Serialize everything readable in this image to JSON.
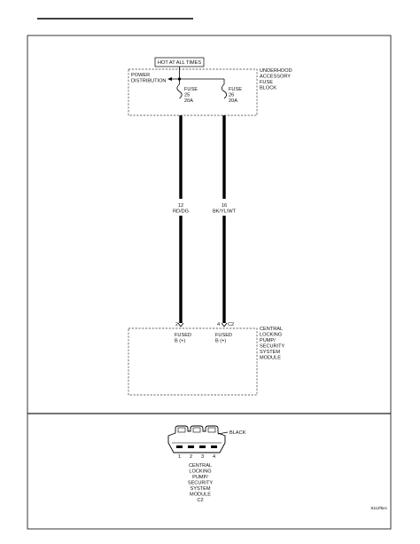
{
  "diagram": {
    "top_label": "HOT AT ALL TIMES",
    "fuse_block": {
      "name_lines": [
        "UNDERHOOD",
        "ACCESSORY",
        "FUSE",
        "BLOCK"
      ],
      "power_lines": [
        "POWER",
        "DISTRIBUTION"
      ],
      "fuse_left": [
        "FUSE",
        "25",
        "20A"
      ],
      "fuse_right": [
        "FUSE",
        "26",
        "20A"
      ]
    },
    "wire_left": {
      "gauge": "12",
      "color": "RD/DG"
    },
    "wire_right": {
      "gauge": "16",
      "color": "BK/YL/WT"
    },
    "module": {
      "name_lines": [
        "CENTRAL",
        "LOCKING",
        "PUMP/",
        "SECURITY",
        "SYSTEM",
        "MODULE"
      ],
      "pin_left": "2",
      "pin_right": "4",
      "connector": "C2",
      "left_pin_lines": [
        "FUSED",
        "B (+)"
      ],
      "right_pin_lines": [
        "FUSED",
        "B (+)"
      ]
    },
    "connector_view": {
      "color": "BLACK",
      "pins": [
        "1",
        "2",
        "3",
        "4"
      ],
      "caption_lines": [
        "CENTRAL",
        "LOCKING",
        "PUMP/",
        "SECURITY",
        "SYSTEM",
        "MODULE",
        "C2"
      ]
    },
    "figure_id": "8112f5ec"
  }
}
